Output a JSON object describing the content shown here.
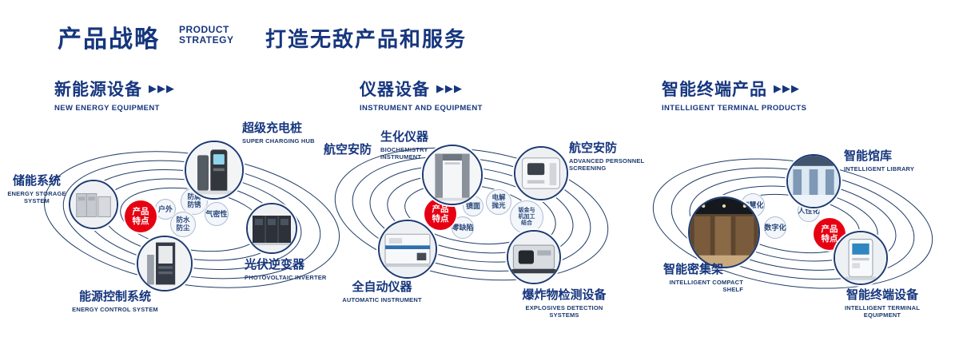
{
  "header": {
    "title": "产品战略",
    "title_en": [
      "PRODUCT",
      "STRATEGY"
    ],
    "subtitle": "打造无敌产品和服务"
  },
  "icons": {
    "section_arrow": "▶▶▶"
  },
  "badge_label": "产品特点",
  "sections": [
    {
      "title": "新能源设备",
      "subtitle_en": "NEW ENERGY EQUIPMENT",
      "nodes": [
        {
          "cn": "超级充电桩",
          "en": "SUPER CHARGING HUB",
          "photo": "charging-hub-photo"
        },
        {
          "cn": "储能系统",
          "en": "ENERGY STORAGE SYSTEM",
          "photo": "energy-storage-photo"
        },
        {
          "cn": "光伏逆变器",
          "en": "PHOTOVOLTAIC INVERTER",
          "photo": "pv-inverter-photo"
        },
        {
          "cn": "能源控制系统",
          "en": "ENERGY CONTROL SYSTEM",
          "photo": "energy-control-photo"
        }
      ],
      "features": [
        "户外",
        "防腐防锈",
        "气密性",
        "防水防尘"
      ]
    },
    {
      "title": "仪器设备",
      "subtitle_en": "INSTRUMENT AND EQUIPMENT",
      "extra_label": "航空安防",
      "nodes": [
        {
          "cn": "生化仪器",
          "en": "BIOCHEMISTRY INSTRUMENT",
          "photo": "security-gate-photo"
        },
        {
          "cn": "航空安防",
          "en": "ADVANCED PERSONNEL SCREENING",
          "photo": "screening-machine-photo"
        },
        {
          "cn": "全自动仪器",
          "en": "AUTOMATIC INSTRUMENT",
          "photo": "automatic-instrument-photo"
        },
        {
          "cn": "爆炸物检测设备",
          "en": "EXPLOSIVES DETECTION SYSTEMS",
          "photo": "explosives-detector-photo"
        }
      ],
      "features": [
        "镜面",
        "电解抛光",
        "零缺陷",
        "钣金与机加工结合"
      ]
    },
    {
      "title": "智能终端产品",
      "subtitle_en": "INTELLIGENT TERMINAL PRODUCTS",
      "nodes": [
        {
          "cn": "智能馆库",
          "en": "INTELLIGENT LIBRARY",
          "photo": "library-photo"
        },
        {
          "cn": "智能密集架",
          "en": "INTELLIGENT COMPACT SHELF",
          "photo": "compact-shelf-photo"
        },
        {
          "cn": "智能终端设备",
          "en": "INTELLIGENT TERMINAL EQUIPMENT",
          "photo": "kiosk-photo"
        }
      ],
      "features": [
        "智慧化",
        "人性化",
        "数字化"
      ]
    }
  ],
  "colors": {
    "primary": "#16367e",
    "accent_red": "#e60012",
    "orbit_line": "#1f3c66"
  }
}
